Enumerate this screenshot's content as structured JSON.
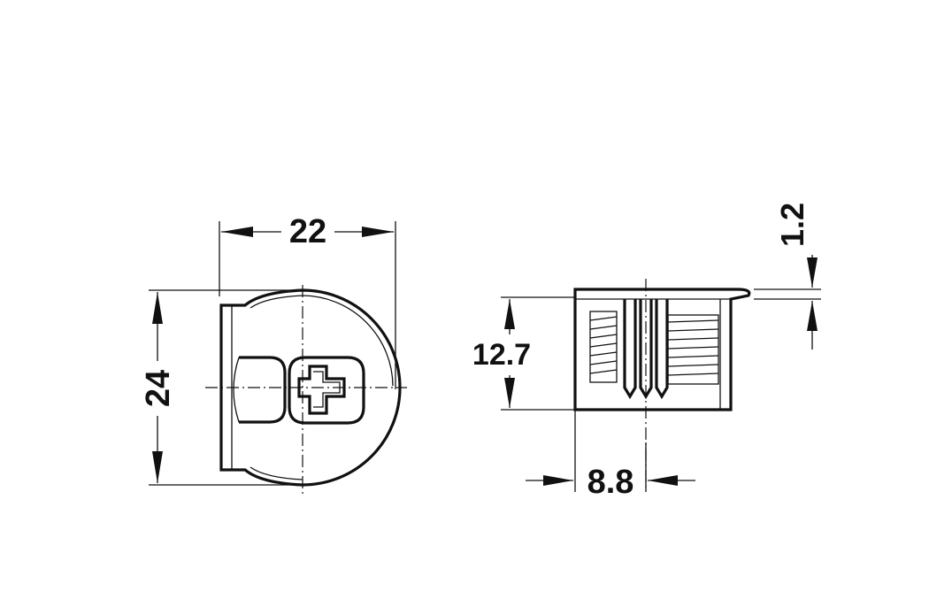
{
  "dimensions": {
    "width_front": "22",
    "height_front": "24",
    "height_side": "12.7",
    "depth_side": "8.8",
    "flange_side": "1.2"
  },
  "colors": {
    "line": "#111111",
    "background": "#ffffff"
  }
}
